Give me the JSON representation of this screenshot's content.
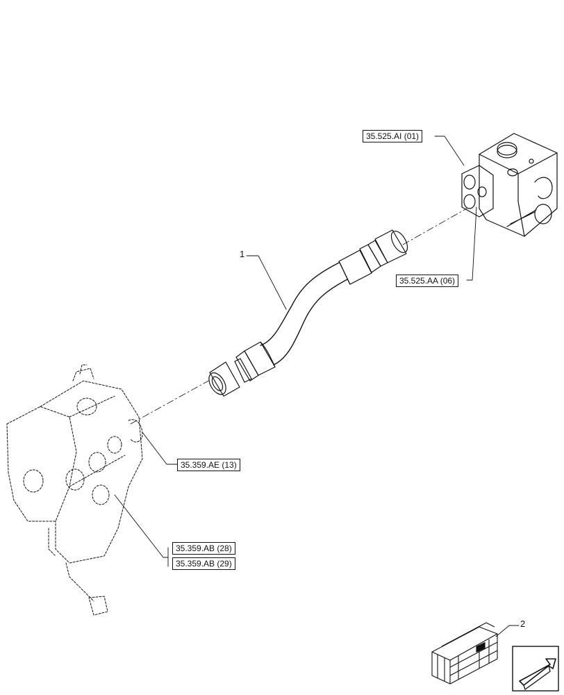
{
  "references": {
    "ref_525_ai": "35.525.AI (01)",
    "ref_525_aa": "35.525.AA (06)",
    "ref_359_ae": "35.359.AE (13)",
    "ref_359_ab_28": "35.359.AB (28)",
    "ref_359_ab_29": "35.359.AB (29)"
  },
  "callouts": {
    "hose": "1",
    "kit": "2"
  },
  "icons": {
    "nav": "arrow-icon"
  }
}
